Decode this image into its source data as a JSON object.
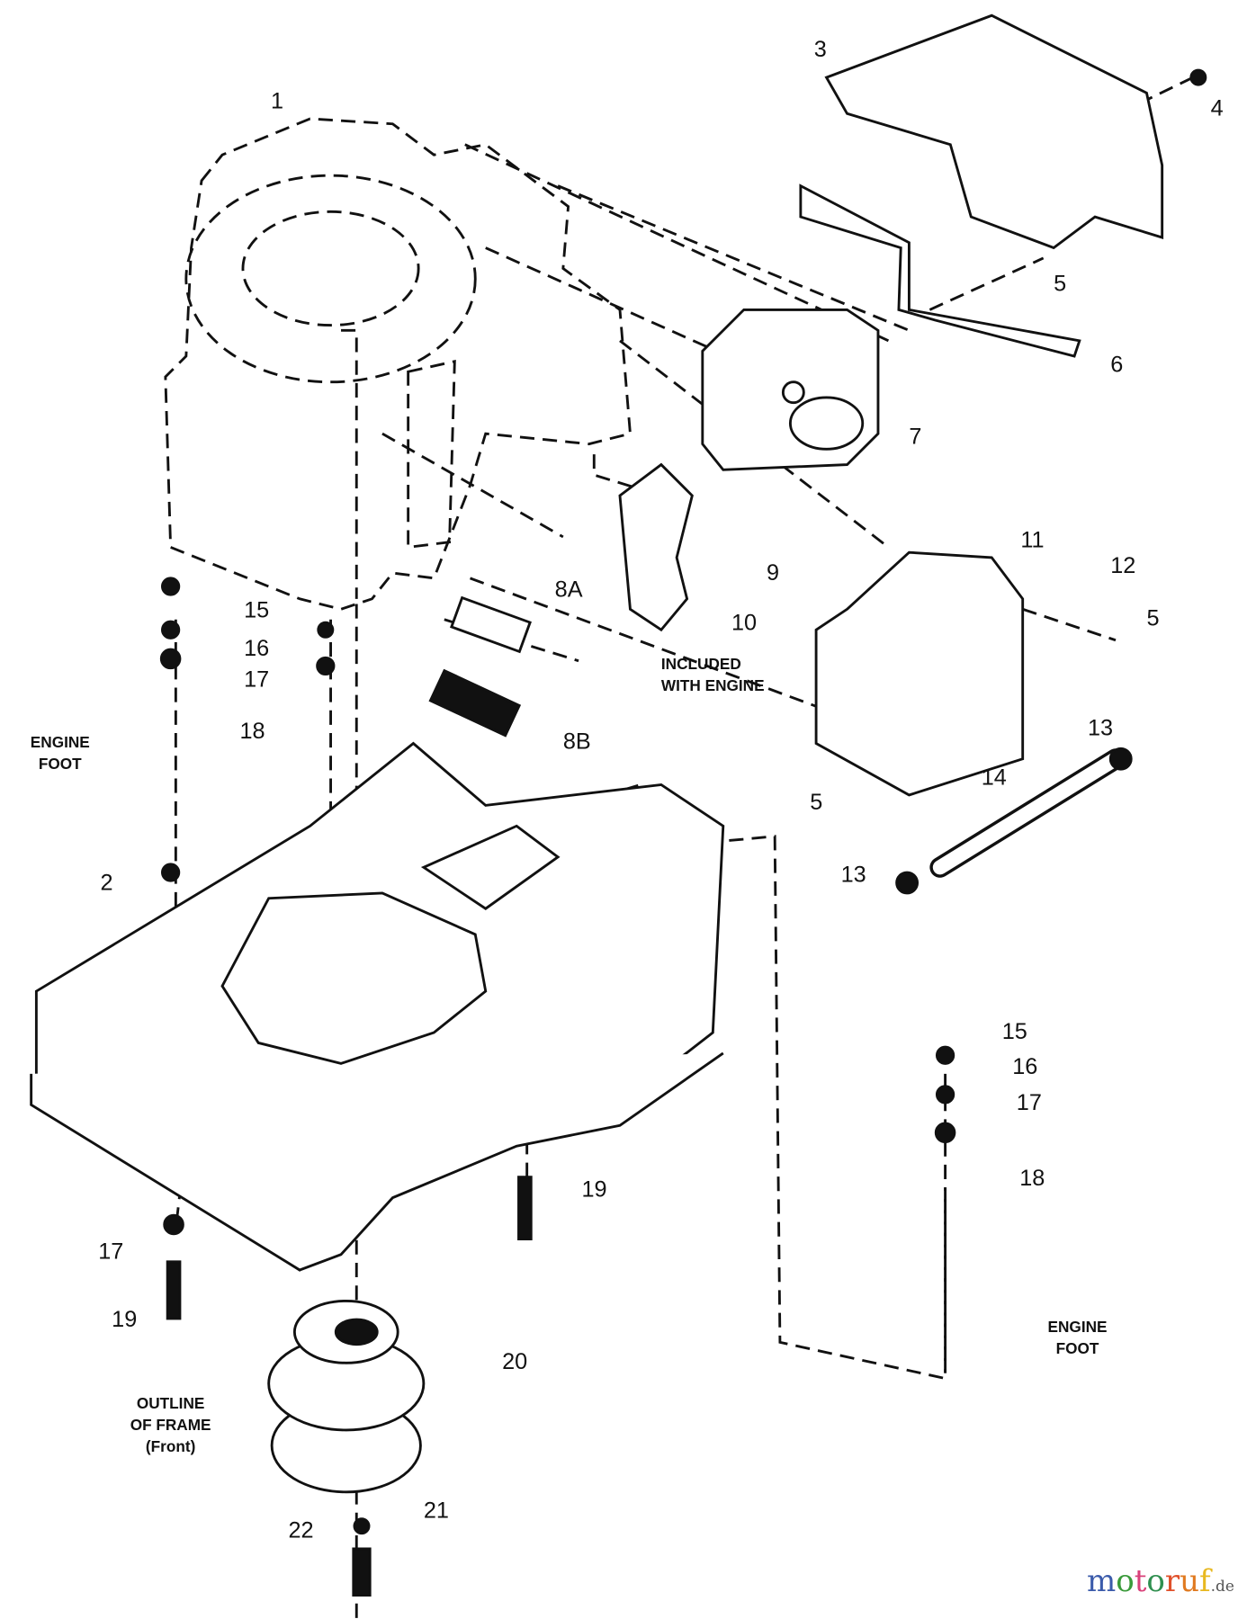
{
  "diagram": {
    "callouts": [
      "1",
      "3",
      "4",
      "5",
      "6",
      "7",
      "8A",
      "9",
      "10",
      "11",
      "12",
      "5",
      "8B",
      "15",
      "16",
      "17",
      "18",
      "2",
      "5",
      "13",
      "14",
      "13",
      "15",
      "16",
      "17",
      "18",
      "19",
      "17",
      "19",
      "20",
      "22",
      "21"
    ],
    "notes": {
      "included_with_engine": [
        "INCLUDED",
        "WITH ENGINE"
      ],
      "engine_foot_left": [
        "ENGINE",
        "FOOT"
      ],
      "engine_foot_right": [
        "ENGINE",
        "FOOT"
      ],
      "outline_of_frame": [
        "OUTLINE",
        "OF FRAME",
        "(Front)"
      ]
    }
  },
  "watermark": {
    "text": "motoruf",
    "suffix": ".de",
    "colors": [
      "#3b5bab",
      "#3a9a3a",
      "#d9417a",
      "#2f8f4f",
      "#e0502a",
      "#e07a20",
      "#e8b820"
    ]
  }
}
